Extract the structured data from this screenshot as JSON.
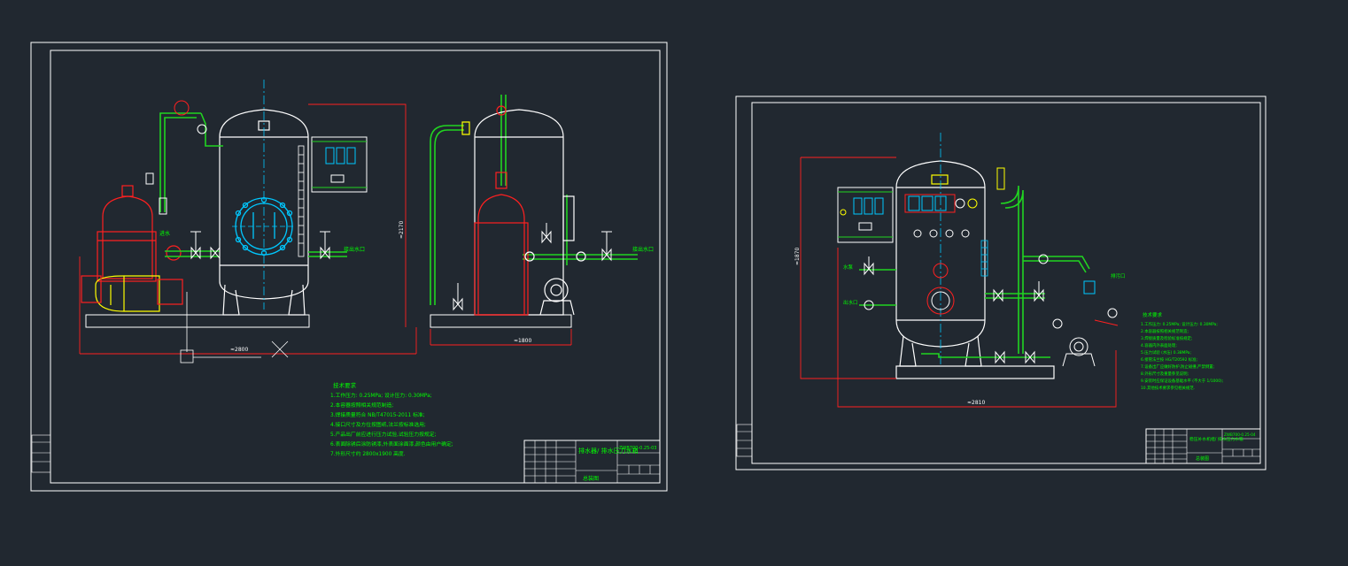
{
  "colors": {
    "background": "#212830",
    "frame": "#ffffff",
    "equipment": "#ffffff",
    "pipe": "#21d421",
    "dimension": "#ff2020",
    "axis": "#00c8ff",
    "valve": "#ffff00",
    "notes": "#00ff00"
  },
  "sheet1": {
    "notes_title": "技术要求",
    "notes": [
      "1.工作压力: 0.25MPa; 设计压力: 0.30MPa;",
      "2.本容器按照相关规范制造;",
      "3.焊接质量符合 NB/T47015-2011 标准;",
      "4.接口尺寸及方位按图纸,法兰按标准选用;",
      "5.产品出厂前应进行压力试验,试验压力按规定;",
      "6.表面除锈后涂防锈漆,外表面涂面漆,颜色由用户确定;",
      "7.外形尺寸约 2800x1900 高度."
    ],
    "title_block_name": "排水器/\n排水压力水箱",
    "title_block_code": "ZWB700-0.25-03",
    "title_block_sub": "总装图",
    "label_outlet": "接出水口",
    "label_inlet": "进水",
    "dim_width": "≈2800",
    "dim_width2": "≈1800",
    "dim_height": "≈2170"
  },
  "sheet2": {
    "notes_title": "技术要求",
    "notes": [
      "1.工作压力: 0.25MPa; 设计压力: 0.30MPa;",
      "2.本容器按照相关规范制造;",
      "3.焊接质量及检验标准按规定;",
      "4.容器内外表面处理;",
      "5.压力试验 (水压) 0.38MPa;",
      "6.接管法兰按 HG/T20592 标准;",
      "7.设备出厂应做好防护,防止碰撞,严禁倒置;",
      "8.外形尺寸及重量参见说明;",
      "9.安装时应保证设备基础水平 (不大于 1/1000);",
      "10.其他技术要求参见相关规范."
    ],
    "title_block_name": "稳压补水机组/\n排水压力水箱",
    "title_block_code": "ZWB700-0.25-04",
    "title_block_sub": "总装图",
    "label_pump": "水泵",
    "label_drain": "排污口",
    "label_outlet": "出水口",
    "dim_width": "≈2810",
    "dim_height": "≈1870"
  }
}
